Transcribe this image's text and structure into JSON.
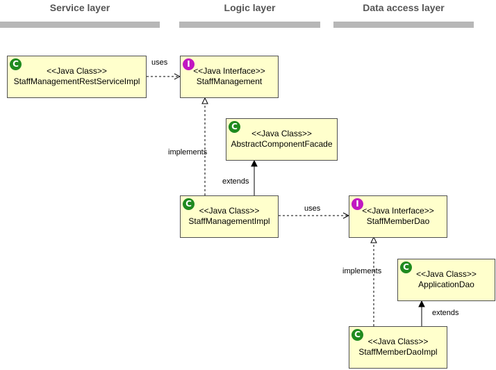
{
  "layers": [
    {
      "title": "Service layer"
    },
    {
      "title": "Logic layer"
    },
    {
      "title": "Data access layer"
    }
  ],
  "nodes": {
    "rest_service": {
      "badge": "C",
      "stereotype": "<<Java Class>>",
      "name": "StaffManagementRestServiceImpl"
    },
    "staff_mgmt": {
      "badge": "I",
      "stereotype": "<<Java Interface>>",
      "name": "StaffManagement"
    },
    "facade": {
      "badge": "C",
      "stereotype": "<<Java Class>>",
      "name": "AbstractComponentFacade"
    },
    "staff_mgmt_impl": {
      "badge": "C",
      "stereotype": "<<Java Class>>",
      "name": "StaffManagementImpl"
    },
    "member_dao": {
      "badge": "I",
      "stereotype": "<<Java Interface>>",
      "name": "StaffMemberDao"
    },
    "app_dao": {
      "badge": "C",
      "stereotype": "<<Java Class>>",
      "name": "ApplicationDao"
    },
    "member_dao_impl": {
      "badge": "C",
      "stereotype": "<<Java Class>>",
      "name": "StaffMemberDaoImpl"
    }
  },
  "edges": {
    "uses_1": "uses",
    "implements_1": "implements",
    "extends_1": "extends",
    "uses_2": "uses",
    "implements_2": "implements",
    "extends_2": "extends"
  },
  "colors": {
    "box_fill": "#ffffcc",
    "class_badge": "#1f8a1f",
    "interface_badge": "#c117c1",
    "layer_bar": "#b7b7b7"
  }
}
